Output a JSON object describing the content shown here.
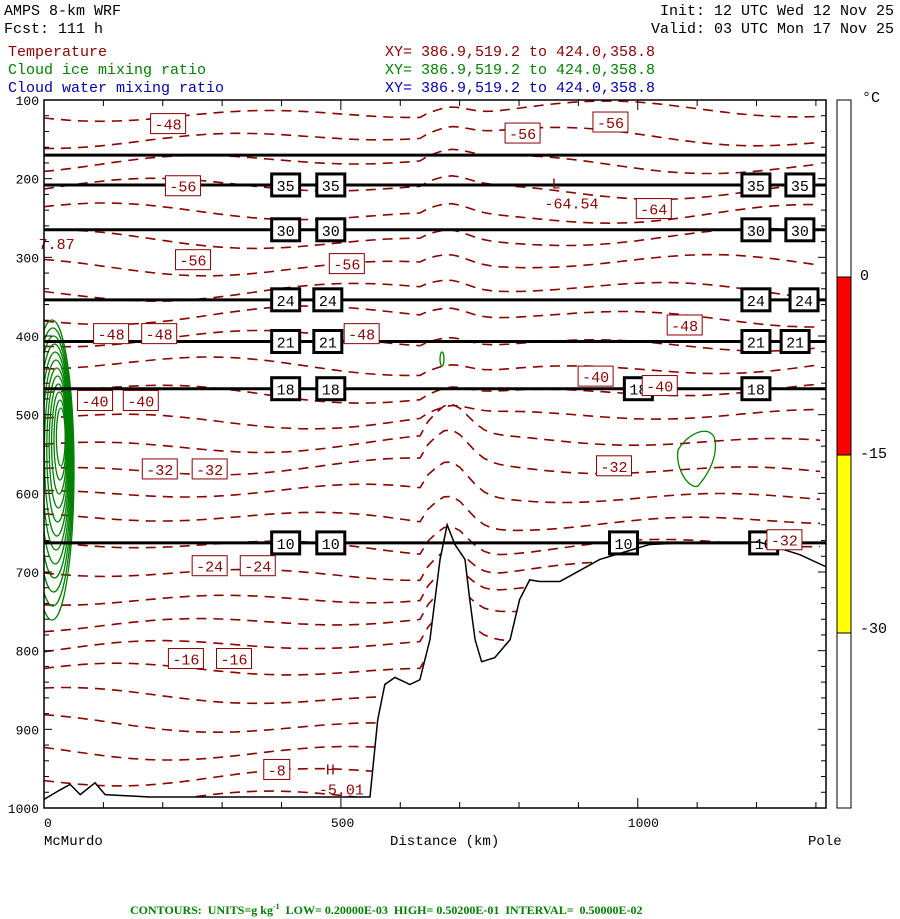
{
  "header": {
    "model": "AMPS 8-km WRF",
    "forecast": "Fcst: 111 h",
    "init": "Init: 12 UTC Wed 12 Nov 25",
    "valid": "Valid: 03 UTC Mon 17 Nov 25",
    "fields": [
      {
        "name": "Temperature",
        "xy": "XY= 386.9,519.2 to 424.0,358.8",
        "color": "#8b0000"
      },
      {
        "name": "Cloud ice mixing ratio",
        "xy": "XY= 386.9,519.2 to 424.0,358.8",
        "color": "#008000"
      },
      {
        "name": "Cloud water mixing ratio",
        "xy": "XY= 386.9,519.2 to 424.0,358.8",
        "color": "#0000b0"
      }
    ]
  },
  "footer": {
    "contours": "CONTOURS:  UNITS=g kg",
    "units_sup": "-1",
    "rest": "  LOW= 0.20000E-03  HIGH= 0.50200E-01  INTERVAL=  0.50000E-02"
  },
  "colorbar": {
    "unit": "°C",
    "labels": [
      "0",
      "-15",
      "-30"
    ],
    "bands": [
      {
        "from": 0,
        "to": -15,
        "color": "#ff0000"
      },
      {
        "from": -15,
        "to": -30,
        "color": "#ffff00"
      }
    ]
  },
  "chart_data": {
    "type": "line",
    "title": "Cross-section McMurdo to Pole",
    "xlabel": "Distance (km)",
    "x_endpoints": {
      "start": "McMurdo",
      "end": "Pole"
    },
    "xlim": [
      0,
      1317
    ],
    "ylim": [
      1000,
      100
    ],
    "xticks": [
      0,
      500,
      1000
    ],
    "yticks": [
      100,
      200,
      300,
      400,
      500,
      600,
      700,
      800,
      900,
      1000
    ],
    "temperature_labels": [
      {
        "v": "-48",
        "km": 209,
        "p": 130
      },
      {
        "v": "-56",
        "km": 806,
        "p": 142
      },
      {
        "v": "-56",
        "km": 954,
        "p": 128
      },
      {
        "v": "-56",
        "km": 234,
        "p": 209
      },
      {
        "v": "-64",
        "km": 1027,
        "p": 238
      },
      {
        "v": "-56",
        "km": 251,
        "p": 303
      },
      {
        "v": "-56",
        "km": 510,
        "p": 308
      },
      {
        "v": "-48",
        "km": 113,
        "p": 397
      },
      {
        "v": "-48",
        "km": 194,
        "p": 397
      },
      {
        "v": "-48",
        "km": 535,
        "p": 397
      },
      {
        "v": "-48",
        "km": 1079,
        "p": 386
      },
      {
        "v": "-40",
        "km": 86,
        "p": 482
      },
      {
        "v": "-40",
        "km": 163,
        "p": 482
      },
      {
        "v": "-40",
        "km": 929,
        "p": 451
      },
      {
        "v": "-40",
        "km": 1037,
        "p": 463
      },
      {
        "v": "-32",
        "km": 195,
        "p": 569
      },
      {
        "v": "-32",
        "km": 279,
        "p": 569
      },
      {
        "v": "-32",
        "km": 960,
        "p": 565
      },
      {
        "v": "-32",
        "km": 1247,
        "p": 659
      },
      {
        "v": "-24",
        "km": 279,
        "p": 692
      },
      {
        "v": "-24",
        "km": 360,
        "p": 692
      },
      {
        "v": "-16",
        "km": 239,
        "p": 810
      },
      {
        "v": "-16",
        "km": 320,
        "p": 810
      },
      {
        "v": "-8",
        "km": 392,
        "p": 951
      }
    ],
    "extrema": [
      {
        "mark": "L",
        "value": "-64.54",
        "km": 880,
        "p": 230
      },
      {
        "mark": "H",
        "value": "-5.01",
        "km": 500,
        "p": 975
      },
      {
        "mark": "",
        "value": "7.87",
        "km": 28,
        "p": 282
      }
    ],
    "black_lines": [
      {
        "p": 170,
        "labels": []
      },
      {
        "p": 208,
        "label": "35",
        "label_km": [
          407,
          483,
          1199,
          1273
        ]
      },
      {
        "p": 265,
        "label": "30",
        "label_km": [
          407,
          483,
          1199,
          1273
        ]
      },
      {
        "p": 354,
        "label": "24",
        "label_km": [
          407,
          478,
          1199,
          1280
        ]
      },
      {
        "p": 407,
        "label": "21",
        "label_km": [
          407,
          478,
          1199,
          1265
        ]
      },
      {
        "p": 467,
        "label": "18",
        "label_km": [
          407,
          483,
          1001,
          1199
        ]
      },
      {
        "p": 663,
        "label": "10",
        "label_km": [
          407,
          483,
          976,
          1212
        ]
      }
    ],
    "terrain": [
      [
        0,
        989
      ],
      [
        27,
        977
      ],
      [
        44,
        970
      ],
      [
        61,
        983
      ],
      [
        86,
        968
      ],
      [
        103,
        983
      ],
      [
        178,
        986
      ],
      [
        549,
        986
      ],
      [
        562,
        888
      ],
      [
        574,
        843
      ],
      [
        591,
        834
      ],
      [
        608,
        840
      ],
      [
        616,
        843
      ],
      [
        633,
        837
      ],
      [
        650,
        786
      ],
      [
        667,
        684
      ],
      [
        679,
        640
      ],
      [
        692,
        665
      ],
      [
        709,
        684
      ],
      [
        717,
        735
      ],
      [
        726,
        786
      ],
      [
        737,
        814
      ],
      [
        759,
        809
      ],
      [
        785,
        786
      ],
      [
        801,
        735
      ],
      [
        818,
        710
      ],
      [
        835,
        712
      ],
      [
        869,
        712
      ],
      [
        936,
        684
      ],
      [
        1020,
        665
      ],
      [
        1104,
        662
      ],
      [
        1205,
        662
      ],
      [
        1273,
        678
      ],
      [
        1316,
        693
      ]
    ]
  }
}
